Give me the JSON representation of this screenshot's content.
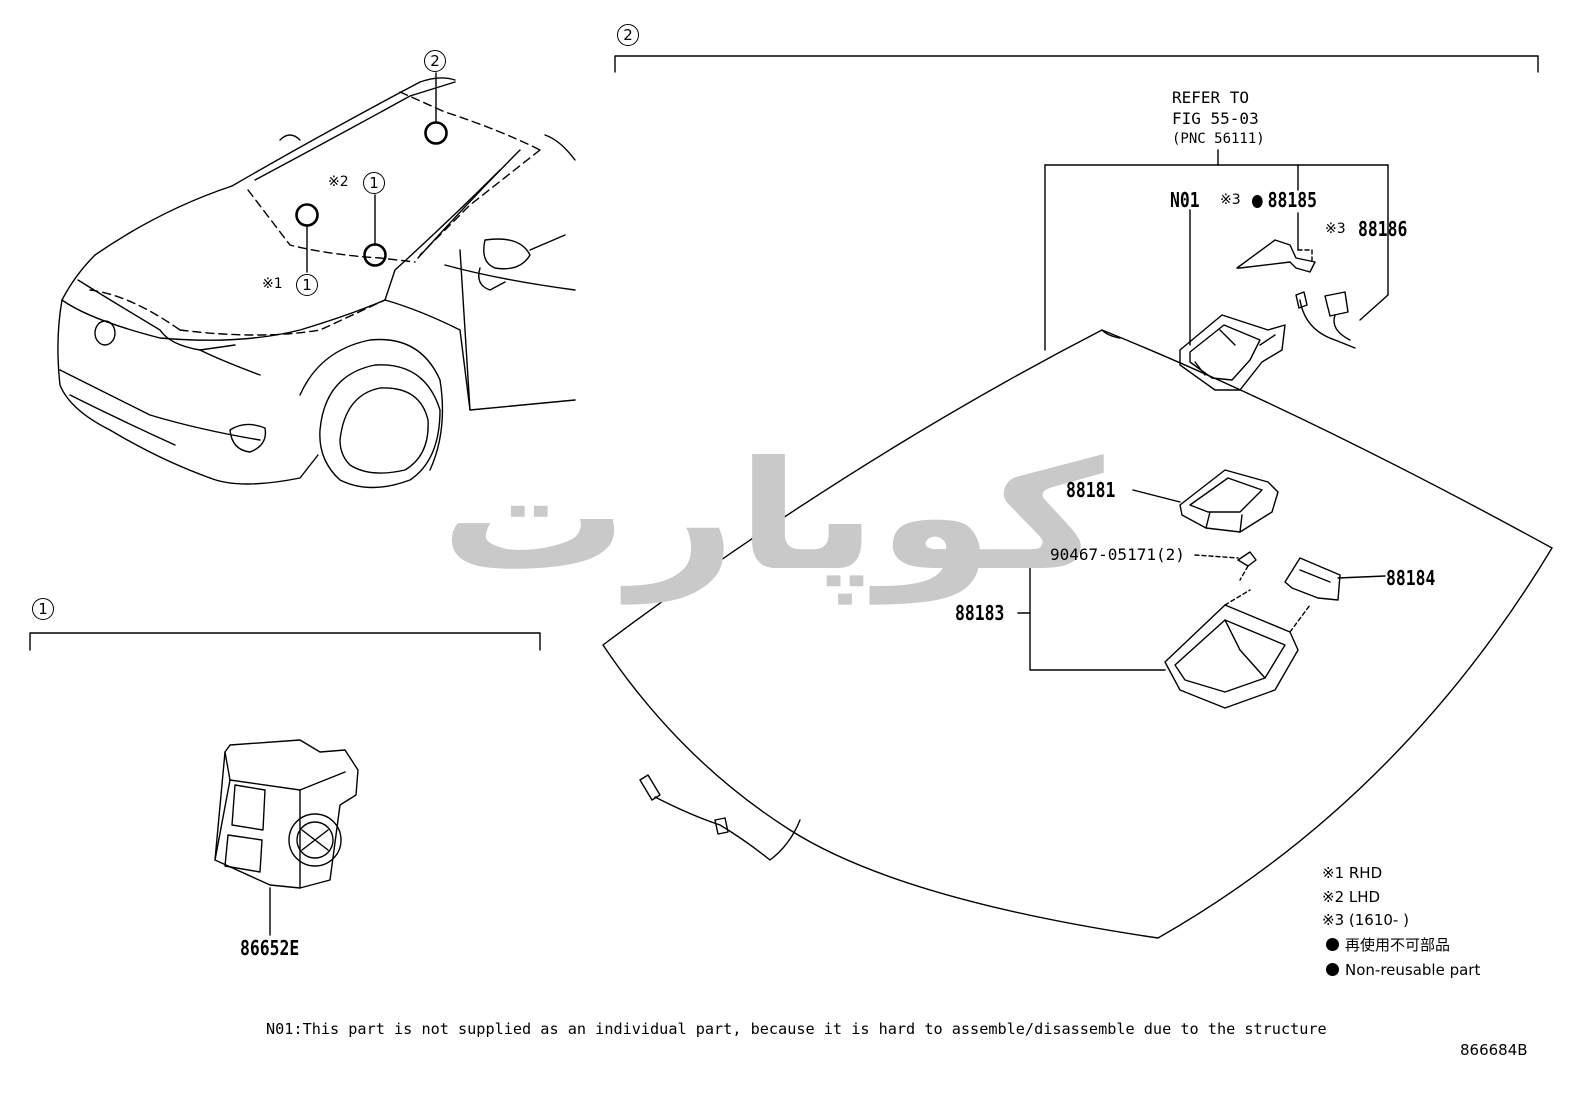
{
  "callouts": {
    "one": "1",
    "two": "2"
  },
  "notes": {
    "star1": "※1",
    "star2": "※2",
    "star3": "※3"
  },
  "refer": {
    "line1": "REFER TO",
    "line2": "FIG 55-03",
    "line3": "(PNC 56111)"
  },
  "parts": {
    "n01": "N01",
    "p88185": "88185",
    "p88186": "88186",
    "p88181": "88181",
    "p90467": "90467-05171(2)",
    "p88183": "88183",
    "p88184": "88184",
    "p86652e": "86652E"
  },
  "legend": {
    "rhd": "※1 RHD",
    "lhd": "※2 LHD",
    "date": "※3 (1610-      )",
    "jp": "再使用不可部品",
    "en": "Non-reusable part"
  },
  "footer": {
    "note": "N01:This part is not supplied as an individual part, because it is hard to assemble/disassemble due to the structure",
    "fig_id": "866684B"
  },
  "watermark": "كوپارت",
  "colors": {
    "line": "#000000",
    "watermark": "#c9c9c9"
  }
}
